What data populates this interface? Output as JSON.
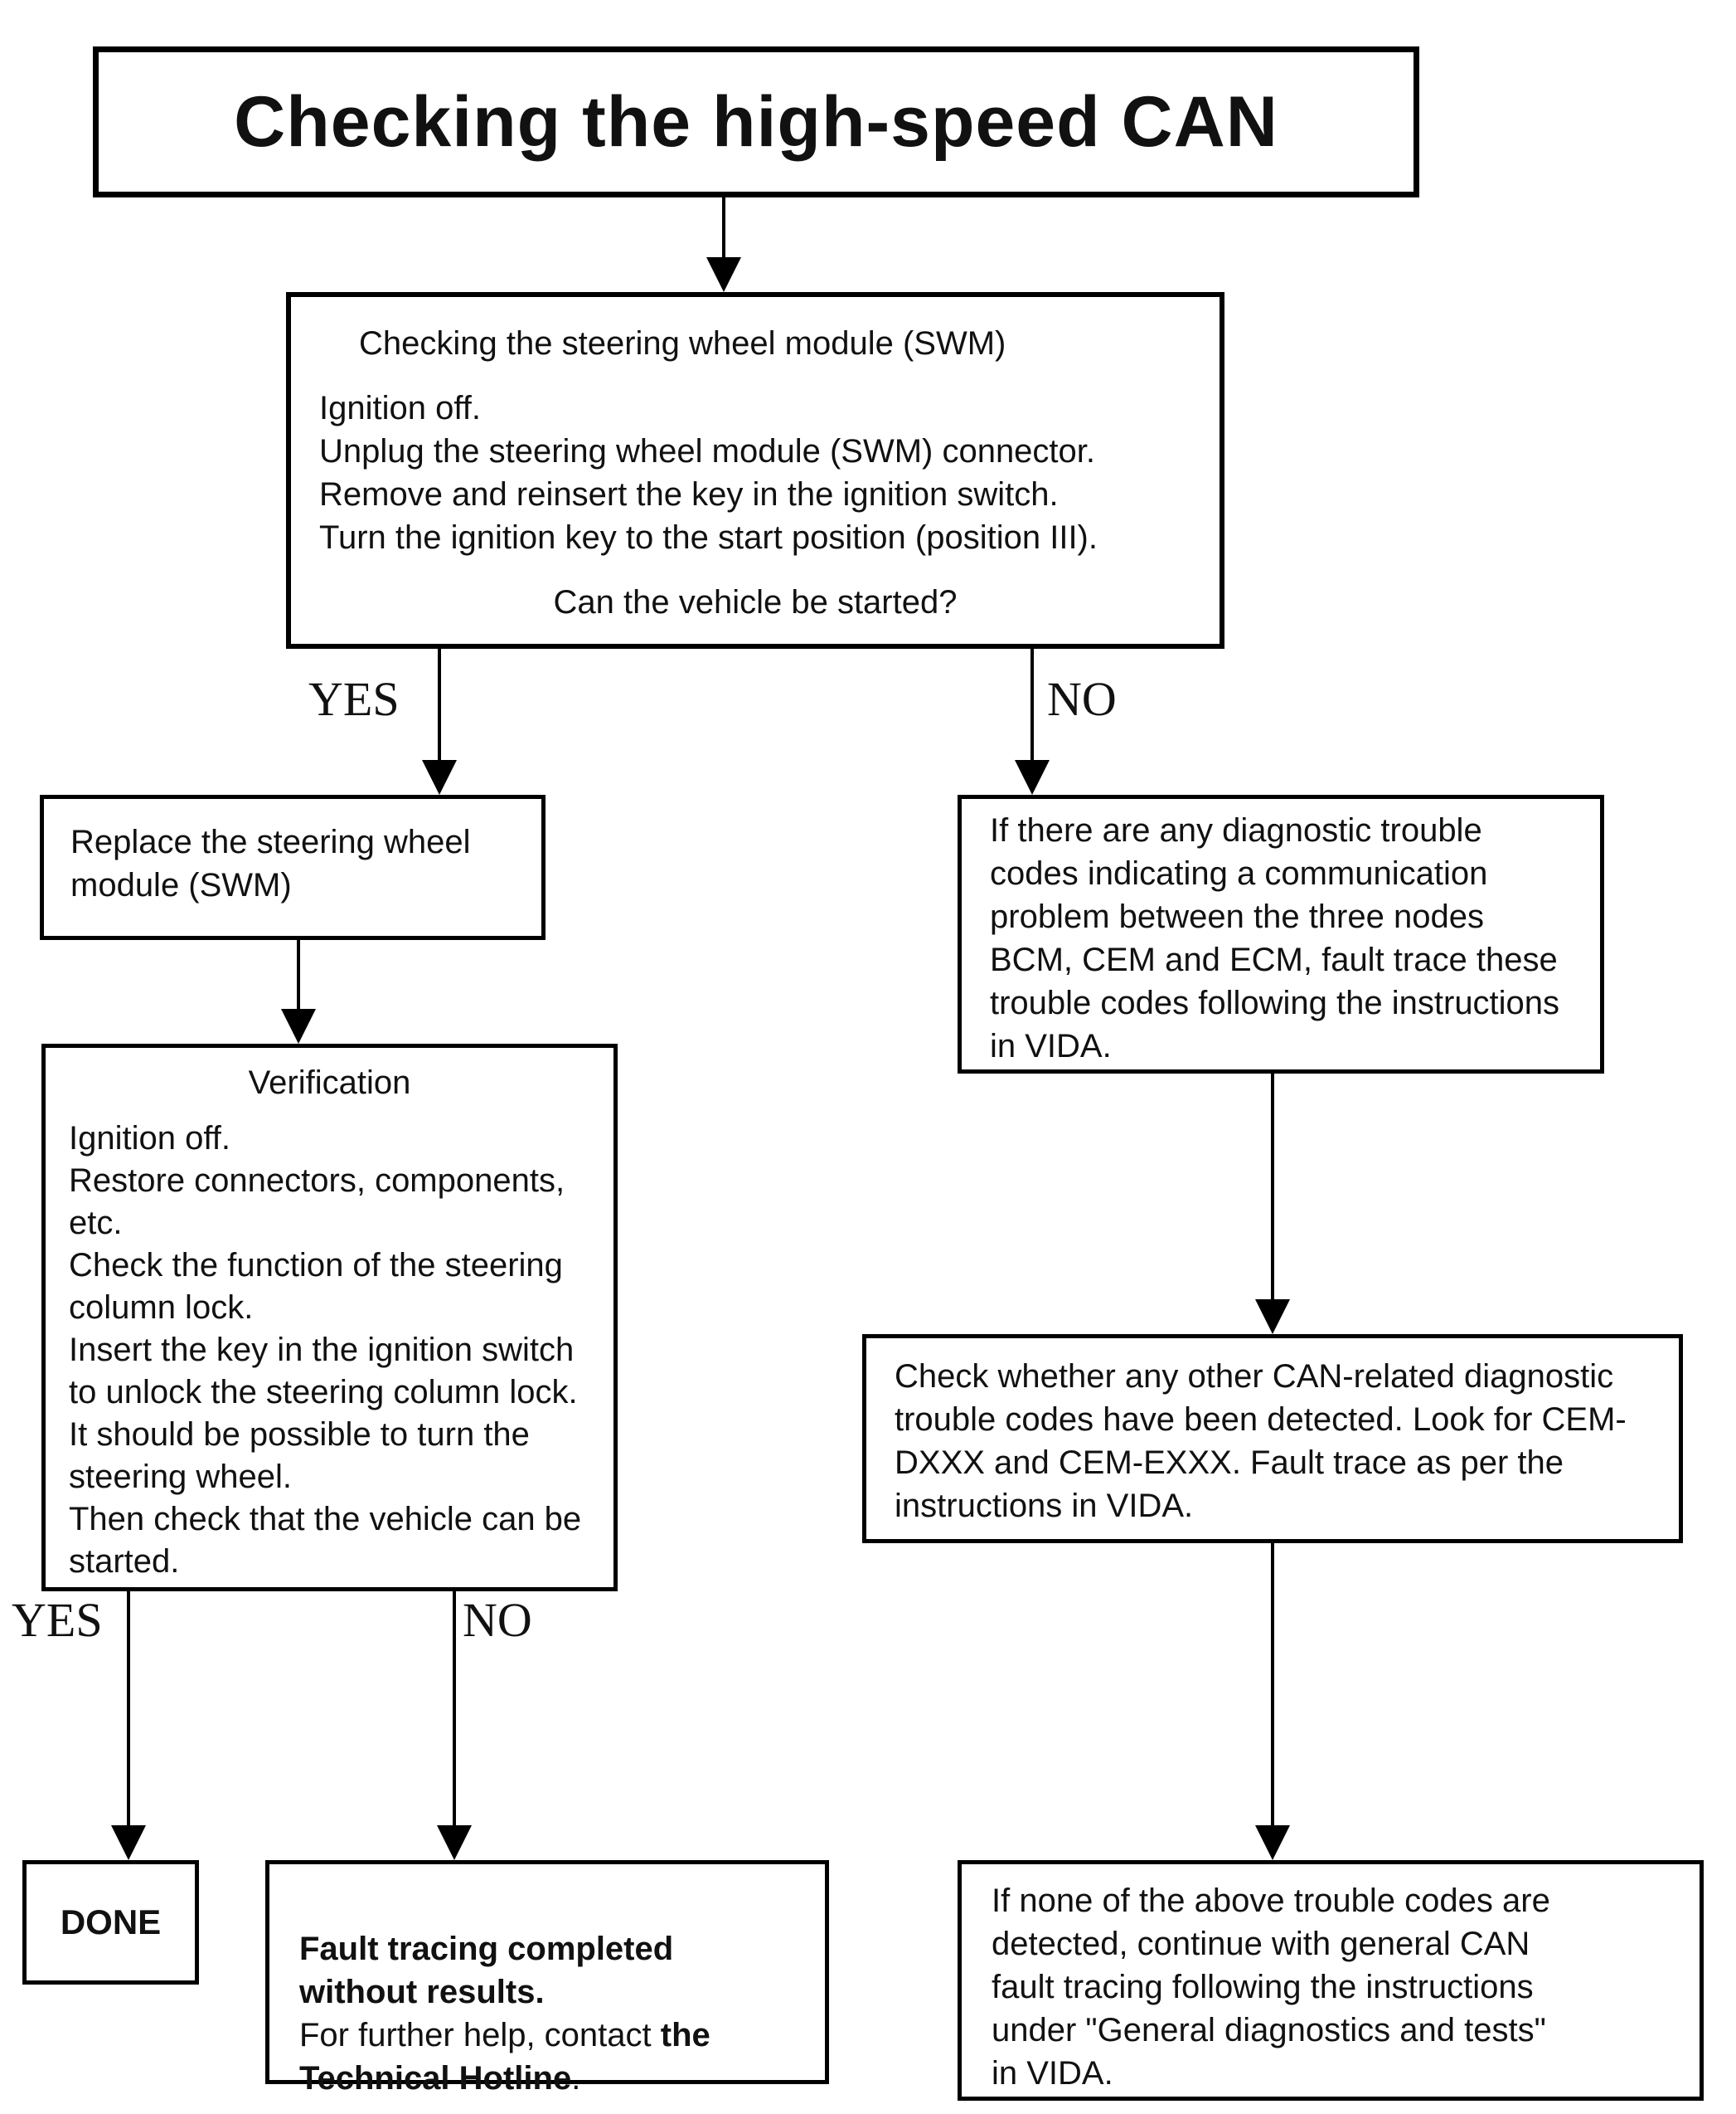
{
  "page": {
    "title": "Checking the high-speed CAN"
  },
  "labels": {
    "yes_top": "YES",
    "no_top": "NO",
    "yes_bottom": "YES",
    "no_bottom": "NO"
  },
  "nodes": {
    "swm_check": {
      "heading": "Checking the steering wheel module (SWM)",
      "steps": "Ignition off.\nUnplug the steering wheel module (SWM) connector.\nRemove and reinsert the key in the ignition switch.\nTurn the ignition key to the start position (position III).",
      "question": "Can the vehicle be started?"
    },
    "replace_swm": {
      "text": "Replace the steering wheel\nmodule (SWM)"
    },
    "dtc_communication": {
      "text": "If there are any diagnostic trouble\ncodes indicating a communication\nproblem between the three nodes\nBCM, CEM and ECM, fault trace these\ntrouble codes following the instructions\nin VIDA."
    },
    "verification": {
      "heading": "Verification",
      "steps": "Ignition off.\nRestore connectors, components,\netc.\nCheck the function of the steering\ncolumn lock.\nInsert the key in the ignition switch\nto unlock the steering column lock.\nIt should be possible to turn the\nsteering wheel.\nThen check that the vehicle can be\nstarted."
    },
    "check_other_can": {
      "text": "Check whether any other CAN-related diagnostic\ntrouble codes have been detected. Look for CEM-\nDXXX and CEM-EXXX. Fault trace as per the\ninstructions in VIDA."
    },
    "done": {
      "text": "DONE"
    },
    "fault_tracing": {
      "bold_intro": "Fault tracing completed\nwithout results.\n",
      "normal_mid": "For further help, contact ",
      "bold_contact": "the\nTechnical Hotline",
      "suffix": "."
    },
    "general_can": {
      "text": "If none of the above trouble codes are\ndetected, continue with general CAN\nfault tracing following the instructions\nunder \"General diagnostics and tests\"\nin VIDA."
    }
  }
}
